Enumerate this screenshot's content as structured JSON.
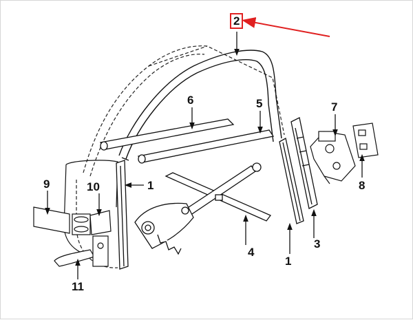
{
  "diagram": {
    "highlight_color": "#e02020",
    "highlighted_callout": "2",
    "callouts": {
      "c1a": "1",
      "c1b": "1",
      "c2": "2",
      "c3": "3",
      "c4": "4",
      "c5": "5",
      "c6": "6",
      "c7": "7",
      "c8": "8",
      "c9": "9",
      "c10": "10",
      "c11": "11"
    }
  }
}
